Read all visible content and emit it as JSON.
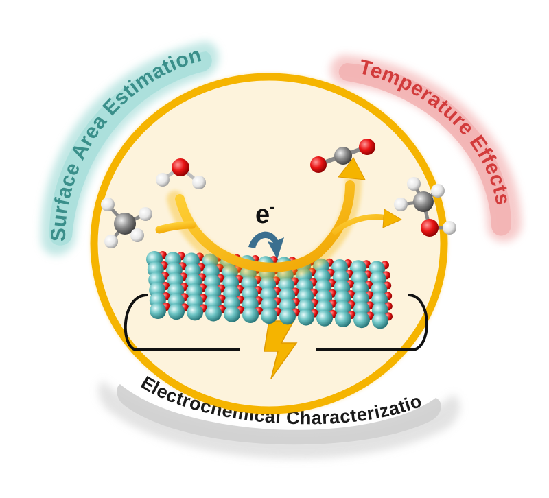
{
  "labels": {
    "surface_area": "Surface Area Estimation",
    "temperature": "Temperature Effects",
    "electrochemical": "Electrochemical Characterization",
    "electron_symbol": "e",
    "electron_charge": "-"
  },
  "colors": {
    "surface_area_text": "#3a8f8a",
    "surface_area_band": "#8fd4cf",
    "temperature_text": "#d23b3b",
    "temperature_band": "#f0a0a0",
    "electrochemical_text": "#1a1a1a",
    "electrochemical_band": "#bfbfbf",
    "ellipse_fill": "#fdf3dc",
    "ellipse_ring": "#f5b400",
    "arrow": "#f5b400",
    "bolt": "#f5b400",
    "atom_teal": "#5fb8b8",
    "atom_red": "#e01010",
    "carbon": "#7a7a7a",
    "hydrogen": "#f2f2f2",
    "oxygen": "#e01818",
    "electron_arrow": "#3b6f8f"
  },
  "molecules": [
    {
      "name": "methane",
      "position": "left"
    },
    {
      "name": "water",
      "position": "top-left"
    },
    {
      "name": "carbon-dioxide",
      "position": "top-right"
    },
    {
      "name": "methanol",
      "position": "right"
    }
  ],
  "icons": [
    "lightning-bolt-icon",
    "electron-transfer-arrow-icon"
  ]
}
